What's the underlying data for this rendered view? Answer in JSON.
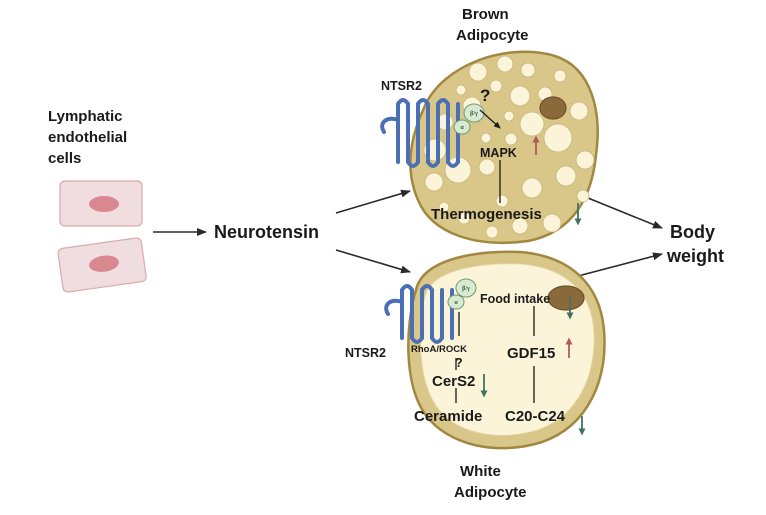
{
  "labels": {
    "lymphatic_line1": "Lymphatic",
    "lymphatic_line2": "endothelial",
    "lymphatic_line3": "cells",
    "neurotensin": "Neurotensin",
    "brown_line1": "Brown",
    "brown_line2": "Adipocyte",
    "white_line1": "White",
    "white_line2": "Adipocyte",
    "body_line1": "Body",
    "body_line2": "weight",
    "ntsr2_top": "NTSR2",
    "ntsr2_bottom": "NTSR2",
    "question_top": "?",
    "question_bottom": "?",
    "mapk": "MAPK",
    "thermogenesis": "Thermogenesis",
    "food_intake": "Food intake",
    "rhoa_rock": "RhoA/ROCK",
    "cers2": "CerS2",
    "gdf15": "GDF15",
    "ceramide": "Ceramide",
    "c20_c24": "C20-C24",
    "gprotein_beta_gamma": "β/γ",
    "gprotein_alpha": "α"
  },
  "colors": {
    "up_arrow": "#b05a5a",
    "down_arrow": "#3f7463",
    "receptor": "#4a6fb5",
    "cell_fill": "#f0dde0",
    "nucleus_fill": "#d9888f",
    "adipocyte_fill": "#d9c78a",
    "adipocyte_stroke": "#a28741",
    "droplet_fill": "#fbf4d8"
  },
  "icons": {
    "up": "up-arrow-icon",
    "down": "down-arrow-icon",
    "receptor": "receptor-icon",
    "g_protein": "g-protein-icon"
  }
}
